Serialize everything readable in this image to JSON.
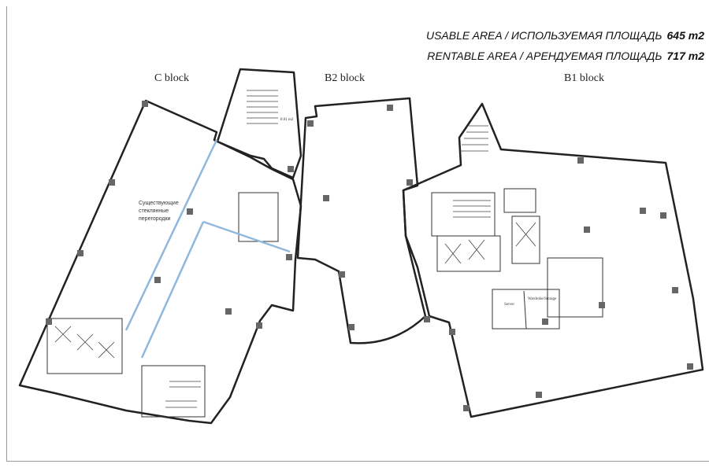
{
  "areas": [
    {
      "label": "USABLE AREA / ИСПОЛЬЗУЕМАЯ ПЛОЩАДЬ",
      "value": "645 m2"
    },
    {
      "label": "RENTABLE AREA / АРЕНДУЕМАЯ ПЛОЩАДЬ",
      "value": "717 m2"
    }
  ],
  "blocks": {
    "c": "C block",
    "b2": "B2 block",
    "b1": "B1 block"
  },
  "notes": {
    "glass_partitions": [
      "Существующие",
      "стеклянные",
      "перегородки"
    ],
    "small_room_area": "8.01 m2",
    "server": "Server",
    "wardrobe": "Wardrobe/Storage"
  },
  "colors": {
    "wall": "#222222",
    "column": "#666666",
    "glass": "#8fb8dc"
  }
}
